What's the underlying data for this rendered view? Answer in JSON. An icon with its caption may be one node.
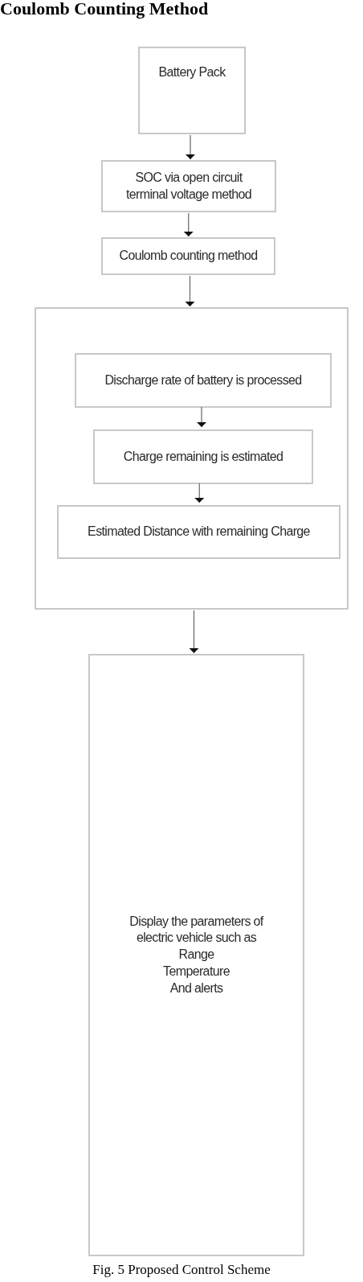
{
  "diagram": {
    "title": "Coulomb Counting Method",
    "caption": "Fig. 5 Proposed Control Scheme",
    "nodes": [
      {
        "text": [
          "Battery Pack"
        ]
      },
      {
        "text": [
          "SOC via open circuit terminal voltage method"
        ]
      },
      {
        "text": [
          "Coulomb counting method"
        ]
      },
      {
        "text": [],
        "shape": "box"
      },
      {
        "text": [
          "Discharge rate of battery is processed"
        ],
        "in": 3
      },
      {
        "text": [
          "Charge remaining is estimated"
        ],
        "in": 3
      },
      {
        "text": [
          "Estimated Distance with remaining Charge"
        ],
        "in": 3
      },
      {
        "text": [
          "Display the parameters of electric vehicle such as",
          "Range",
          "Temperature",
          "And alerts"
        ]
      }
    ],
    "edges": [
      {
        "from": 0,
        "to": 1,
        "arrow": "to"
      },
      {
        "from": 1,
        "to": 2,
        "arrow": "to"
      },
      {
        "from": 2,
        "to": 3,
        "arrow": "to"
      },
      {
        "from": 4,
        "to": 5,
        "arrow": "to"
      },
      {
        "from": 5,
        "to": 6,
        "arrow": "to"
      },
      {
        "from": 3,
        "to": 7,
        "arrow": "to"
      }
    ]
  }
}
